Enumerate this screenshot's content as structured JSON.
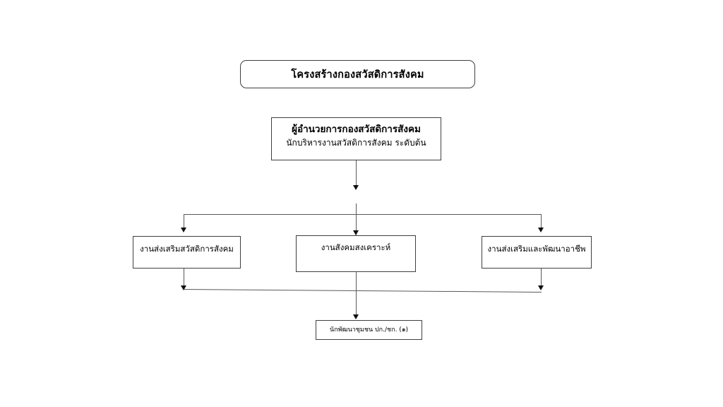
{
  "document": {
    "title": "โครงสร้างกองสวัสดิการสังคม",
    "type": "organization-chart"
  },
  "title_box": {
    "label": "โครงสร้างกองสวัสดิการสังคม"
  },
  "director_box": {
    "position": "ผู้อำนวยการกองสวัสดิการสังคม",
    "rank": "นักบริหารงานสวัสดิการสังคม  ระดับต้น"
  },
  "divisions": [
    {
      "label": "งานส่งเสริมสวัสดิการสังคม"
    },
    {
      "label": "งานสังคมสงเคราะห์"
    },
    {
      "label": "งานส่งเสริมและพัฒนาอาชีพ"
    }
  ],
  "staff_box": {
    "label": "นักพัฒนาชุมชน ปก./ชก.  (๑)"
  },
  "style": {
    "border_color": "#3f3f3f",
    "connector_color": "#595959",
    "arrow_color": "#101010",
    "background": "#ffffff"
  }
}
